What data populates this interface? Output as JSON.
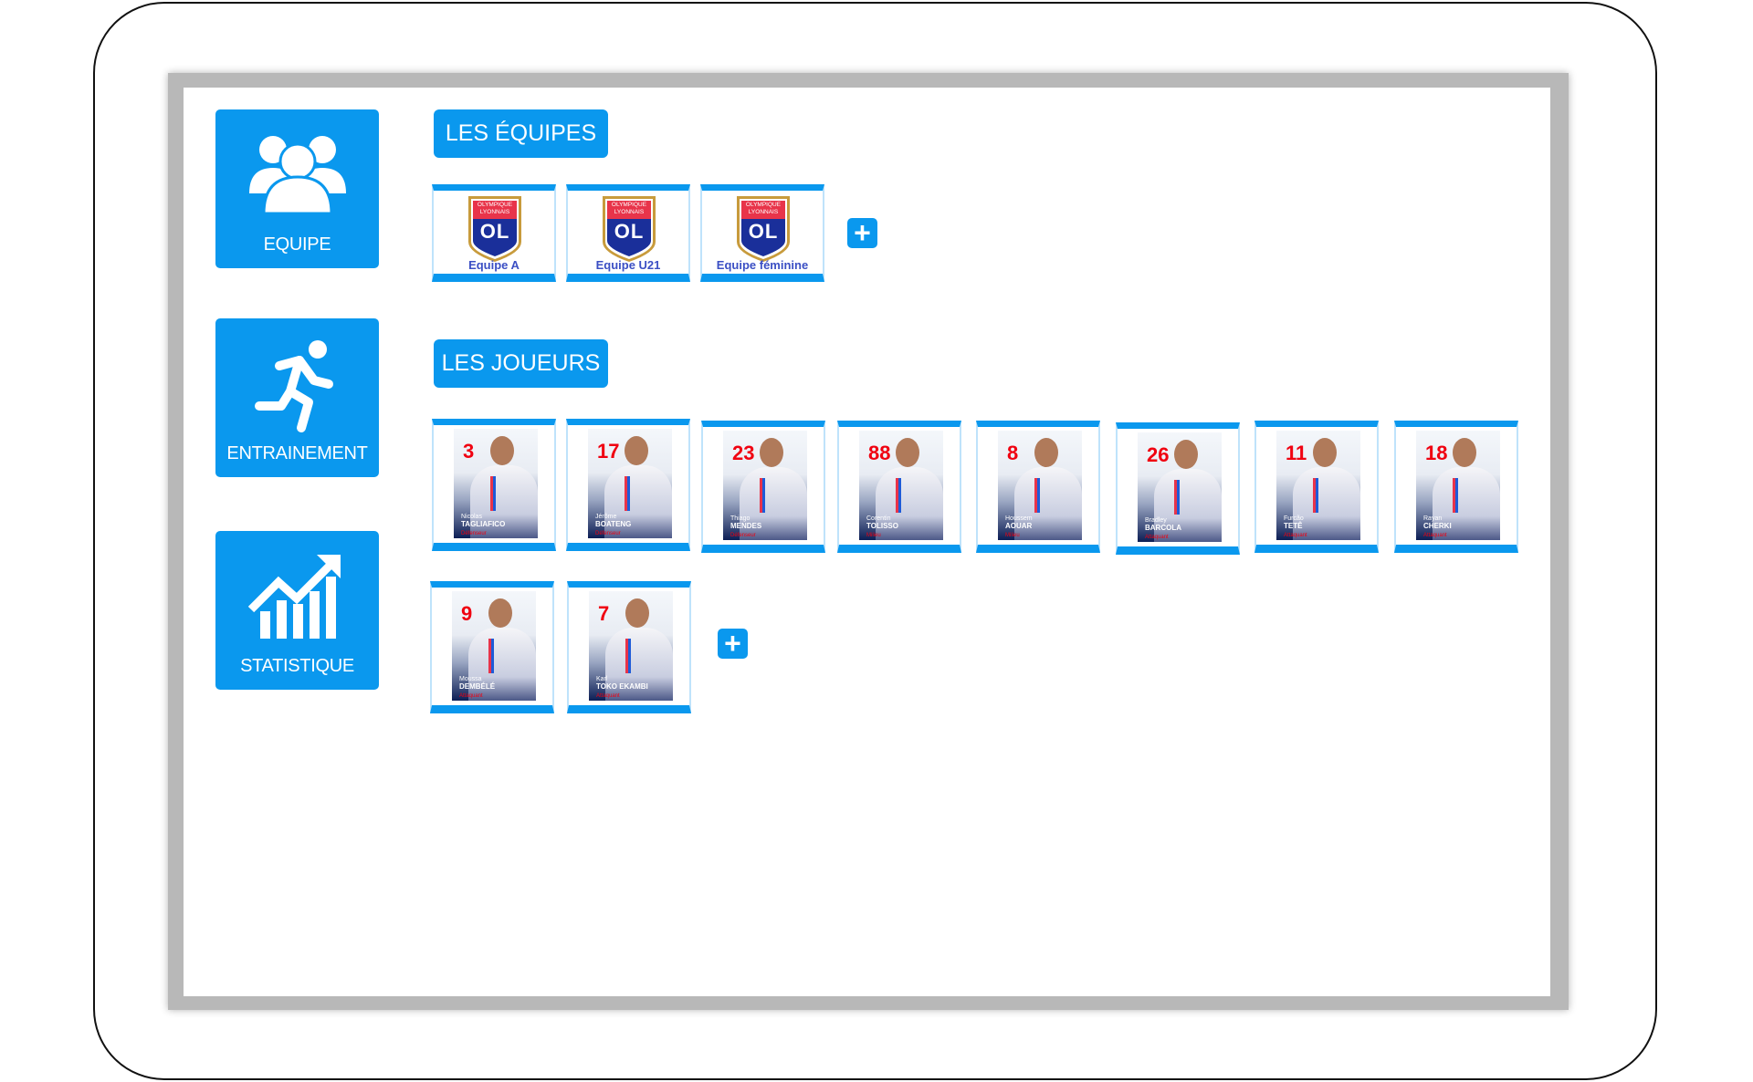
{
  "sidebar": {
    "items": [
      {
        "label": "EQUIPE",
        "icon": "users-icon"
      },
      {
        "label": "ENTRAINEMENT",
        "icon": "running-icon"
      },
      {
        "label": "STATISTIQUE",
        "icon": "chart-growth-icon"
      }
    ]
  },
  "teams": {
    "title": "LES ÉQUIPES",
    "crest_text": "OLYMPIQUE LYONNAIS OL",
    "items": [
      {
        "name": "Equipe A"
      },
      {
        "name": "Equipe U21"
      },
      {
        "name": "Equipe féminine"
      }
    ],
    "add_label": "+"
  },
  "players": {
    "title": "LES JOUEURS",
    "add_label": "+",
    "items": [
      {
        "number": "3",
        "first": "Nicolas",
        "last": "TAGLIAFICO",
        "position": "Défenseur"
      },
      {
        "number": "17",
        "first": "Jérôme",
        "last": "BOATENG",
        "position": "Défenseur"
      },
      {
        "number": "23",
        "first": "Thiago",
        "last": "MENDES",
        "position": "Défenseur"
      },
      {
        "number": "88",
        "first": "Corentin",
        "last": "TOLISSO",
        "position": "Milieu"
      },
      {
        "number": "8",
        "first": "Houssem",
        "last": "AOUAR",
        "position": "Milieu"
      },
      {
        "number": "26",
        "first": "Bradley",
        "last": "BARCOLA",
        "position": "Attaquant"
      },
      {
        "number": "11",
        "first": "Furcão",
        "last": "TETÊ",
        "position": "Attaquant"
      },
      {
        "number": "18",
        "first": "Rayan",
        "last": "CHERKI",
        "position": "Attaquant"
      },
      {
        "number": "9",
        "first": "Moussa",
        "last": "DEMBÉLÉ",
        "position": "Attaquant"
      },
      {
        "number": "7",
        "first": "Karl",
        "last": "TOKO EKAMBI",
        "position": "Attaquant"
      }
    ]
  },
  "colors": {
    "accent": "#0a98ee",
    "number": "#f00010",
    "team_text": "#3b4fc4"
  }
}
